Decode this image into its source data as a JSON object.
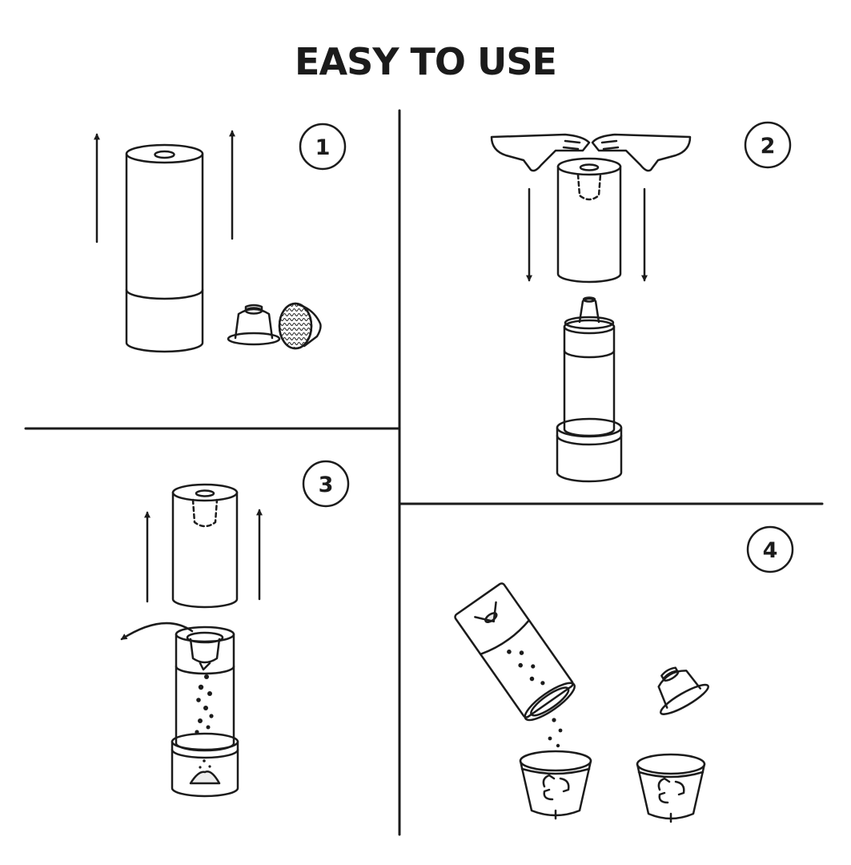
{
  "title": "EASY TO USE",
  "steps": [
    {
      "number": "1"
    },
    {
      "number": "2"
    },
    {
      "number": "3"
    },
    {
      "number": "4"
    }
  ],
  "colors": {
    "ink": "#1b1b1b",
    "background": "#ffffff"
  }
}
